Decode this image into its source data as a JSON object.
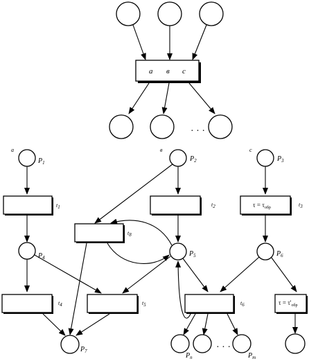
{
  "top_box": {
    "a": "a",
    "b": "в",
    "c": "c"
  },
  "top_dots": "· · ·",
  "bottom_dots": "· · ·",
  "inputs": {
    "a": "a",
    "b": "в",
    "c": "c"
  },
  "places": {
    "p1": "P",
    "p1_sub": "1",
    "p2": "P",
    "p2_sub": "2",
    "p3": "P",
    "p3_sub": "3",
    "p4": "P",
    "p4_sub": "4",
    "p5": "P",
    "p5_sub": "5",
    "p6": "P",
    "p6_sub": "6",
    "p7": "P",
    "p7_sub": "7",
    "pn": "P",
    "pn_sub": "n",
    "pm": "P",
    "pm_sub": "m"
  },
  "transitions": {
    "t1": "t",
    "t1_sub": "1",
    "t2": "t",
    "t2_sub": "2",
    "t3": "t",
    "t3_sub": "3",
    "t4": "t",
    "t4_sub": "4",
    "t5": "t",
    "t5_sub": "5",
    "t6": "t",
    "t6_sub": "6",
    "t8": "t",
    "t8_sub": "8"
  },
  "box_labels": {
    "t3_tau": "τ = τ",
    "t3_sub": "обр",
    "t7_tau": "τ = τ'",
    "t7_sub": "обр"
  }
}
